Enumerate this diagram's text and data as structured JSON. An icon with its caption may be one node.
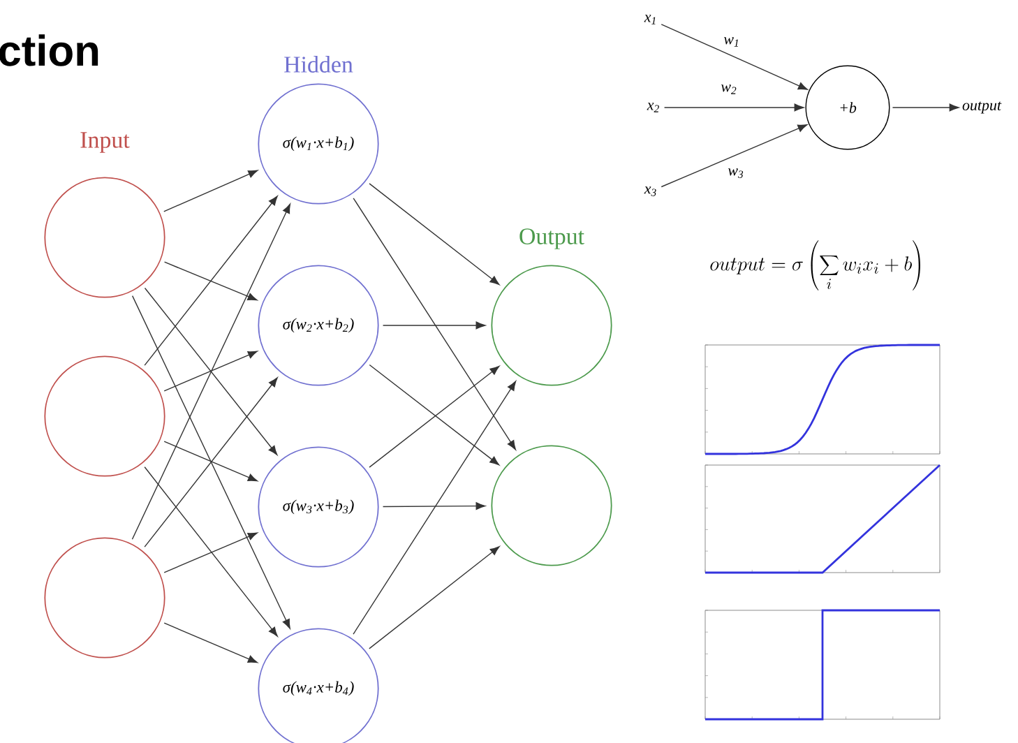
{
  "diagram": {
    "title": "ction",
    "nodes": [
      {
        "text": [],
        "shape": "circle"
      },
      {
        "text": [],
        "shape": "circle"
      },
      {
        "text": [],
        "shape": "circle"
      },
      {
        "text": [
          "σ(w$_{1}$·x+b$_{1}$)"
        ]
      },
      {
        "text": [
          "σ(w$_{2}$·x+b$_{2}$)"
        ]
      },
      {
        "text": [
          "σ(w$_{3}$·x+b$_{3}$)"
        ]
      },
      {
        "text": [
          "σ(w$_{4}$·x+b$_{4}$)"
        ]
      },
      {
        "text": [],
        "shape": "circle"
      },
      {
        "text": [],
        "shape": "circle"
      },
      {
        "text": [
          "x$_{1}$"
        ]
      },
      {
        "text": [
          "x$_{2}$"
        ]
      },
      {
        "text": [
          "x$_{3}$"
        ]
      },
      {
        "text": [
          "+b"
        ]
      },
      {
        "text": [
          "output"
        ]
      }
    ],
    "edges": [
      {
        "from": 0,
        "to": 3,
        "arrow": "to"
      },
      {
        "from": 0,
        "to": 4,
        "arrow": "to"
      },
      {
        "from": 0,
        "to": 5,
        "arrow": "to"
      },
      {
        "from": 0,
        "to": 6,
        "arrow": "to"
      },
      {
        "from": 1,
        "to": 3,
        "arrow": "to"
      },
      {
        "from": 1,
        "to": 4,
        "arrow": "to"
      },
      {
        "from": 1,
        "to": 5,
        "arrow": "to"
      },
      {
        "from": 1,
        "to": 6,
        "arrow": "to"
      },
      {
        "from": 2,
        "to": 3,
        "arrow": "to"
      },
      {
        "from": 2,
        "to": 4,
        "arrow": "to"
      },
      {
        "from": 2,
        "to": 5,
        "arrow": "to"
      },
      {
        "from": 2,
        "to": 6,
        "arrow": "to"
      },
      {
        "from": 3,
        "to": 7,
        "arrow": "to"
      },
      {
        "from": 3,
        "to": 8,
        "arrow": "to"
      },
      {
        "from": 4,
        "to": 7,
        "arrow": "to"
      },
      {
        "from": 4,
        "to": 8,
        "arrow": "to"
      },
      {
        "from": 5,
        "to": 7,
        "arrow": "to"
      },
      {
        "from": 5,
        "to": 8,
        "arrow": "to"
      },
      {
        "from": 6,
        "to": 7,
        "arrow": "to"
      },
      {
        "from": 6,
        "to": 8,
        "arrow": "to"
      },
      {
        "from": 9,
        "to": 12,
        "arrow": "to",
        "label": "w$_{1}$"
      },
      {
        "from": 10,
        "to": 12,
        "arrow": "to",
        "label": "w$_{2}$"
      },
      {
        "from": 11,
        "to": 12,
        "arrow": "to",
        "label": "w$_{3}$"
      },
      {
        "from": 12,
        "to": 13,
        "arrow": "to"
      }
    ],
    "labels": [
      "Input",
      "Hidden",
      "Output",
      "output = \\sigma \\left( \\sum_i w_i x_i + b \\right)"
    ]
  }
}
